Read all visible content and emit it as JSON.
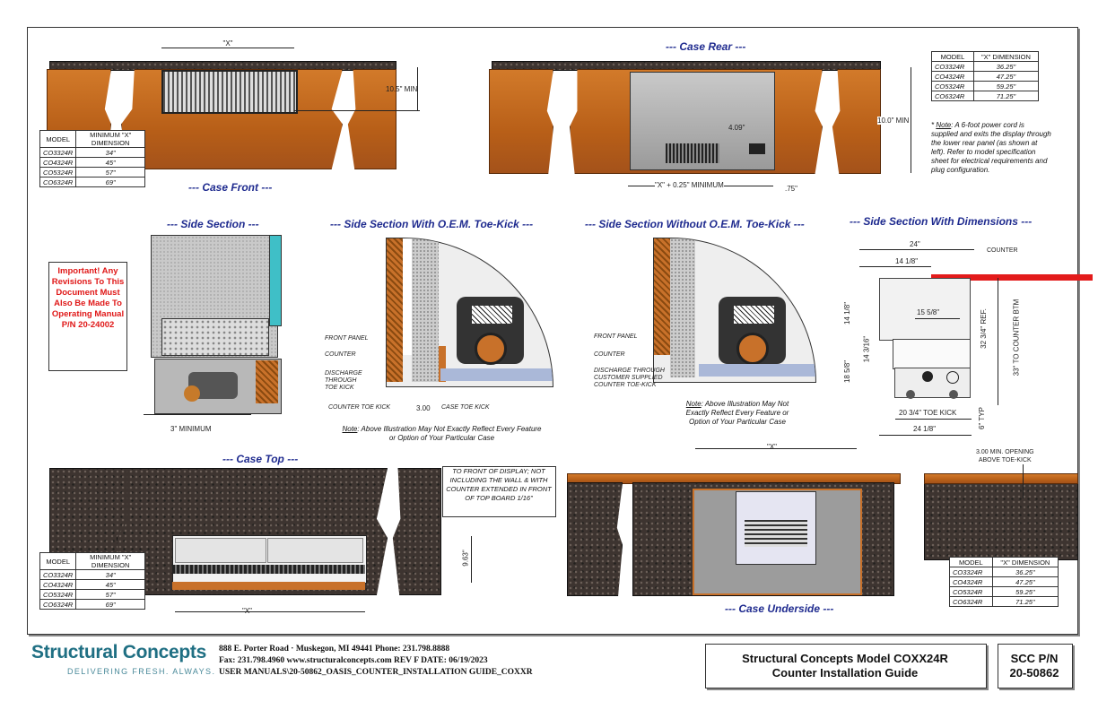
{
  "views": {
    "case_front": "--- Case Front ---",
    "case_rear": "--- Case Rear ---",
    "side_section": "--- Side Section ---",
    "side_oem": "--- Side Section With O.E.M. Toe-Kick ---",
    "side_no_oem": "--- Side Section Without O.E.M. Toe-Kick ---",
    "side_dims": "--- Side Section With Dimensions ---",
    "case_top": "--- Case Top ---",
    "case_underside": "--- Case Underside ---"
  },
  "tables": {
    "min_x": {
      "headers": [
        "MODEL",
        "MINIMUM \"X\" DIMENSION"
      ],
      "rows": [
        [
          "CO3324R",
          "34\""
        ],
        [
          "CO4324R",
          "45\""
        ],
        [
          "CO5324R",
          "57\""
        ],
        [
          "CO6324R",
          "69\""
        ]
      ]
    },
    "x_dim": {
      "headers": [
        "MODEL",
        "\"X\" DIMENSION"
      ],
      "rows": [
        [
          "CO3324R",
          "36.25\""
        ],
        [
          "CO4324R",
          "47.25\""
        ],
        [
          "CO5324R",
          "59.25\""
        ],
        [
          "CO6324R",
          "71.25\""
        ]
      ]
    }
  },
  "dims": {
    "x": "\"X\"",
    "front_min": "10.5\" MIN",
    "rear_min": "10.0\" MIN",
    "rear_width": "\"X\" + 0.25\" MINIMUM",
    "rear_409": "4.09\"",
    "rear_075": ".75\"",
    "three_min": "3\" MINIMUM",
    "three_00": "3.00",
    "w24": "24\"",
    "w14_18": "14 1/8\"",
    "w15_58": "15 5/8\"",
    "h14_18": "14 1/8\"",
    "h14_316": "14 3/16\"",
    "h18_58": "18 5/8\"",
    "ref": "32 3/4\" REF.",
    "to_counter": "33\" TO COUNTER BTM",
    "toe20": "20 3/4\" TOE KICK",
    "w24_18": "24 1/8\"",
    "typ6": "6\" TYP",
    "counter": "COUNTER",
    "top_h": "9.63\"",
    "opening": "3.00 MIN. OPENING\nABOVE TOE-KICK"
  },
  "labels": {
    "front_panel": "FRONT PANEL",
    "counter": "COUNTER",
    "discharge": "DISCHARGE\nTHROUGH\nTOE KICK",
    "counter_toe": "COUNTER TOE KICK",
    "case_toe": "CASE TOE KICK",
    "front_panel2": "FRONT PANEL",
    "counter2": "COUNTER",
    "discharge2": "DISCHARGE THROUGH\nCUSTOMER SUPPLIED\nCOUNTER TOE-KICK"
  },
  "notes": {
    "power_label": "Note",
    "power": ": A 6-foot power cord is supplied and exits the display through the lower rear panel (as shown at left). Refer to model specification sheet for electrical requirements and plug configuration.",
    "illus1_label": "Note",
    "illus1": ": Above Illustration May Not Exactly Reflect Every Feature or Option of Your Particular Case",
    "illus2_label": "Note",
    "illus2": ": Above Illustration May Not Exactly Reflect Every Feature or Option of Your Particular Case",
    "to_front": "TO FRONT OF DISPLAY; NOT INCLUDING THE WALL & WITH COUNTER EXTENDED IN FRONT OF TOP BOARD 1/16\""
  },
  "important": "Important! Any Revisions To This Document Must Also Be Made To Operating Manual P/N 20-24002",
  "footer": {
    "brand": "Structural Concepts",
    "tagline": "DELIVERING FRESH. ALWAYS.",
    "address": "888 E. Porter Road · Muskegon, MI 49441 Phone: 231.798.8888",
    "fax": "Fax: 231.798.4960 www.structuralconcepts.com REV F DATE: 06/19/2023",
    "path": "USER MANUALS\\20-50862_OASIS_COUNTER_INSTALLATION GUIDE_COXXR",
    "title1": "Structural Concepts Model COXX24R",
    "title2": "Counter Installation Guide",
    "pn_label": "SCC P/N",
    "pn": "20-50862"
  },
  "colors": {
    "title_blue": "#1f2b8f",
    "warning_red": "#e01818",
    "wood": "#c46a20",
    "counter_red": "#e31b1b",
    "brand_teal": "#1f6f83"
  }
}
